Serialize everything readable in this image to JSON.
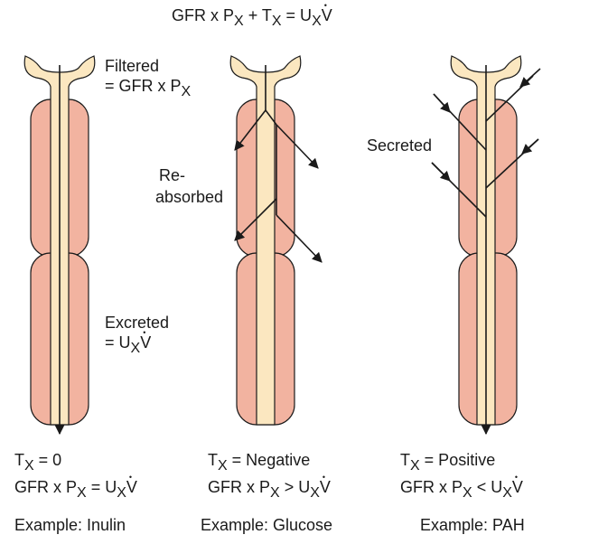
{
  "equation": {
    "gfr": "GFR x P",
    "sub1": "X",
    "plus_t": " + T",
    "sub2": "X",
    "eq_u": " = U",
    "sub3": "X",
    "v": "V"
  },
  "labels": {
    "filtered_line1": "Filtered",
    "filtered_line2": "= GFR x P",
    "filtered_sub": "X",
    "reabsorbed_line1": "Re-",
    "reabsorbed_line2": "absorbed",
    "secreted": "Secreted",
    "excreted_line1": "Excreted",
    "excreted_line2": "= U",
    "excreted_sub": "X",
    "excreted_v": "V"
  },
  "columns": [
    {
      "t": "T",
      "t_sub": "X",
      "t_val": " = 0",
      "rel_a": "GFR x P",
      "rel_sub1": "X",
      "rel_b": " = U",
      "rel_sub2": "X",
      "rel_v": "V",
      "example": "Example: Inulin"
    },
    {
      "t": "T",
      "t_sub": "X",
      "t_val": " = Negative",
      "rel_a": "GFR x P",
      "rel_sub1": "X",
      "rel_b": " > U",
      "rel_sub2": "X",
      "rel_v": "V",
      "example": "Example: Glucose"
    },
    {
      "t": "T",
      "t_sub": "X",
      "t_val": " = Positive",
      "rel_a": "GFR x P",
      "rel_sub1": "X",
      "rel_b": " < U",
      "rel_sub2": "X",
      "rel_v": "V",
      "example": "Example: PAH"
    }
  ],
  "colors": {
    "tubule_wall": "#f2b3a0",
    "lumen": "#fbe7c0",
    "outline": "#1a1a1a",
    "arrow": "#1a1a1a"
  }
}
